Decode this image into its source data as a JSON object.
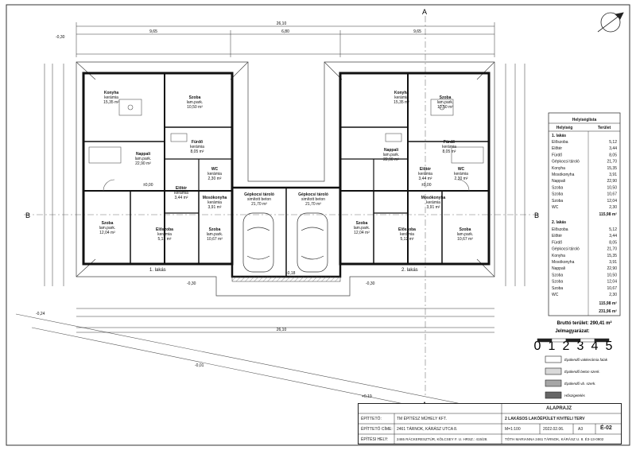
{
  "drawing": {
    "title": "ALAPRAJZ",
    "overall_dims": [
      "26,10",
      "9,65",
      "6,80",
      "9,65"
    ],
    "section_a": "A",
    "section_b": "B",
    "unit1_label": "1. lakás",
    "unit2_label": "2. lakás",
    "rooms_left": [
      {
        "name": "Konyha",
        "sub": "kerámia",
        "area": "15,35 m²"
      },
      {
        "name": "Szoba",
        "sub": "lam.park.",
        "area": "10,50 m²"
      },
      {
        "name": "Nappali",
        "sub": "lam.park.",
        "area": "22,90 m²"
      },
      {
        "name": "Fürdő",
        "sub": "kerámia",
        "area": "8,05 m²"
      },
      {
        "name": "WC",
        "sub": "kerámia",
        "area": "2,30 m²"
      },
      {
        "name": "Előtér",
        "sub": "kerámia",
        "area": "3,44 m²"
      },
      {
        "name": "Mosókonyha",
        "sub": "kerámia",
        "area": "3,91 m²"
      },
      {
        "name": "Szoba",
        "sub": "lam.park.",
        "area": "12,04 m²"
      },
      {
        "name": "Előszoba",
        "sub": "kerámia",
        "area": "5,12 m²"
      },
      {
        "name": "Szoba",
        "sub": "lam.park.",
        "area": "10,67 m²"
      }
    ],
    "garage_left": {
      "name": "Gépkocsi tároló",
      "sub": "simított beton",
      "area": "21,70 m²"
    },
    "garage_right": {
      "name": "Gépkocsi tároló",
      "sub": "simított beton",
      "area": "21,70 m²"
    },
    "rooms_right": [
      {
        "name": "Konyha",
        "sub": "kerámia",
        "area": "15,35 m²"
      },
      {
        "name": "Szoba",
        "sub": "lam.park.",
        "area": "10,50 m²"
      },
      {
        "name": "Nappali",
        "sub": "lam.park.",
        "area": "22,90 m²"
      },
      {
        "name": "Fürdő",
        "sub": "kerámia",
        "area": "8,05 m²"
      },
      {
        "name": "WC",
        "sub": "kerámia",
        "area": "2,30 m²"
      },
      {
        "name": "Előtér",
        "sub": "kerámia",
        "area": "3,44 m²"
      },
      {
        "name": "Mosókonyha",
        "sub": "kerámia",
        "area": "3,91 m²"
      },
      {
        "name": "Szoba",
        "sub": "lam.park.",
        "area": "12,04 m²"
      },
      {
        "name": "Előszoba",
        "sub": "kerámia",
        "area": "5,12 m²"
      },
      {
        "name": "Szoba",
        "sub": "lam.park.",
        "area": "10,67 m²"
      }
    ],
    "level_marks": [
      "±0,00",
      "-0,30",
      "-0,18",
      "+0,19",
      "-0,24",
      "-0,01"
    ]
  },
  "room_table": {
    "title": "Helyiséglista",
    "col_room": "Helyiség",
    "col_area": "Terület",
    "unit1": "1. lakás",
    "unit2": "2. lakás",
    "rows1": [
      [
        "Előszoba",
        "5,12"
      ],
      [
        "Előtér",
        "3,44"
      ],
      [
        "Fürdő",
        "8,05"
      ],
      [
        "Gépkocsi tároló",
        "21,70"
      ],
      [
        "Konyha",
        "15,35"
      ],
      [
        "Mosókonyha",
        "3,91"
      ],
      [
        "Nappali",
        "22,90"
      ],
      [
        "Szoba",
        "10,50"
      ],
      [
        "Szoba",
        "10,67"
      ],
      [
        "Szoba",
        "12,04"
      ],
      [
        "WC",
        "2,30"
      ]
    ],
    "rows2": [
      [
        "Előszoba",
        "5,12"
      ],
      [
        "Előtér",
        "3,44"
      ],
      [
        "Fürdő",
        "8,05"
      ],
      [
        "Gépkocsi tároló",
        "21,70"
      ],
      [
        "Konyha",
        "15,35"
      ],
      [
        "Mosókonyha",
        "3,91"
      ],
      [
        "Nappali",
        "22,90"
      ],
      [
        "Szoba",
        "10,50"
      ],
      [
        "Szoba",
        "12,04"
      ],
      [
        "Szoba",
        "10,67"
      ],
      [
        "WC",
        "2,30"
      ]
    ],
    "subtotal1": "115,98 m²",
    "subtotal2": "115,98 m²",
    "total": "231,96 m²",
    "brutto": "Bruttó terület: 290,41 m²"
  },
  "legend": {
    "title": "Jelmagyarázat:",
    "scale_ticks": [
      "0",
      "1",
      "2",
      "3",
      "4",
      "5"
    ],
    "items": [
      "Épülendő vakkerámia falak",
      "Épülendő beton szerk.",
      "Épülendő vb. szerk.",
      "Hőszigetelés"
    ],
    "colors": [
      "#ffffff",
      "#d9d9d9",
      "#a6a6a6",
      "#666666"
    ]
  },
  "title_block": {
    "row_labels": [
      "ÉPÍTTETŐ:",
      "ÉPÍTTETŐ CÍME:",
      "ÉPÍTÉSI HELY:"
    ],
    "client": "TM ÉPÍTÉSZ MŰHELY KFT.",
    "client_address": "2461 TÁRNOK, KÁRÁSZ UTCA 8.",
    "site": "2465 RÁCKERESZTÚR, KÖLCSEY F. U. HRSZ.: 415/28.",
    "drawing_title": "ALAPRAJZ",
    "project": "2 LAKÁSOS LAKÓÉPÜLET KIVITELI TERV",
    "scale": "M=1:100",
    "date": "2022.02.06.",
    "size": "A3",
    "sheet_no": "É-02",
    "designer": "TÓTH MARIANNA 2461 TÁRNOK, KÁRÁSZ U. 8. É3-13-0902"
  }
}
